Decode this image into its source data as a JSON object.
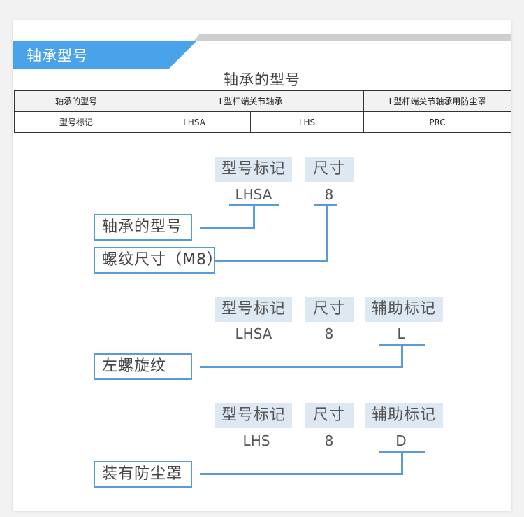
{
  "banner": {
    "title": "轴承型号",
    "colors": {
      "accent": "#4aa3ea",
      "stripe": "#cfcfcf"
    }
  },
  "doc_title": "轴承的型号",
  "table": {
    "row1": [
      "轴承的型号",
      "L型杆端关节轴承",
      "L型杆端关节轴承用防尘罩"
    ],
    "row2": [
      "型号标记",
      "LHSA",
      "LHS",
      "PRC"
    ]
  },
  "example1": {
    "labels": [
      "型号标记",
      "尺寸"
    ],
    "values": [
      "LHSA",
      "8"
    ],
    "callouts": [
      "轴承的型号",
      "螺纹尺寸（M8）"
    ]
  },
  "example2": {
    "labels": [
      "型号标记",
      "尺寸",
      "辅助标记"
    ],
    "values": [
      "LHSA",
      "8",
      "L"
    ],
    "callouts": [
      "左螺旋纹"
    ]
  },
  "example3": {
    "labels": [
      "型号标记",
      "尺寸",
      "辅助标记"
    ],
    "values": [
      "LHS",
      "8",
      "D"
    ],
    "callouts": [
      "装有防尘罩"
    ]
  }
}
